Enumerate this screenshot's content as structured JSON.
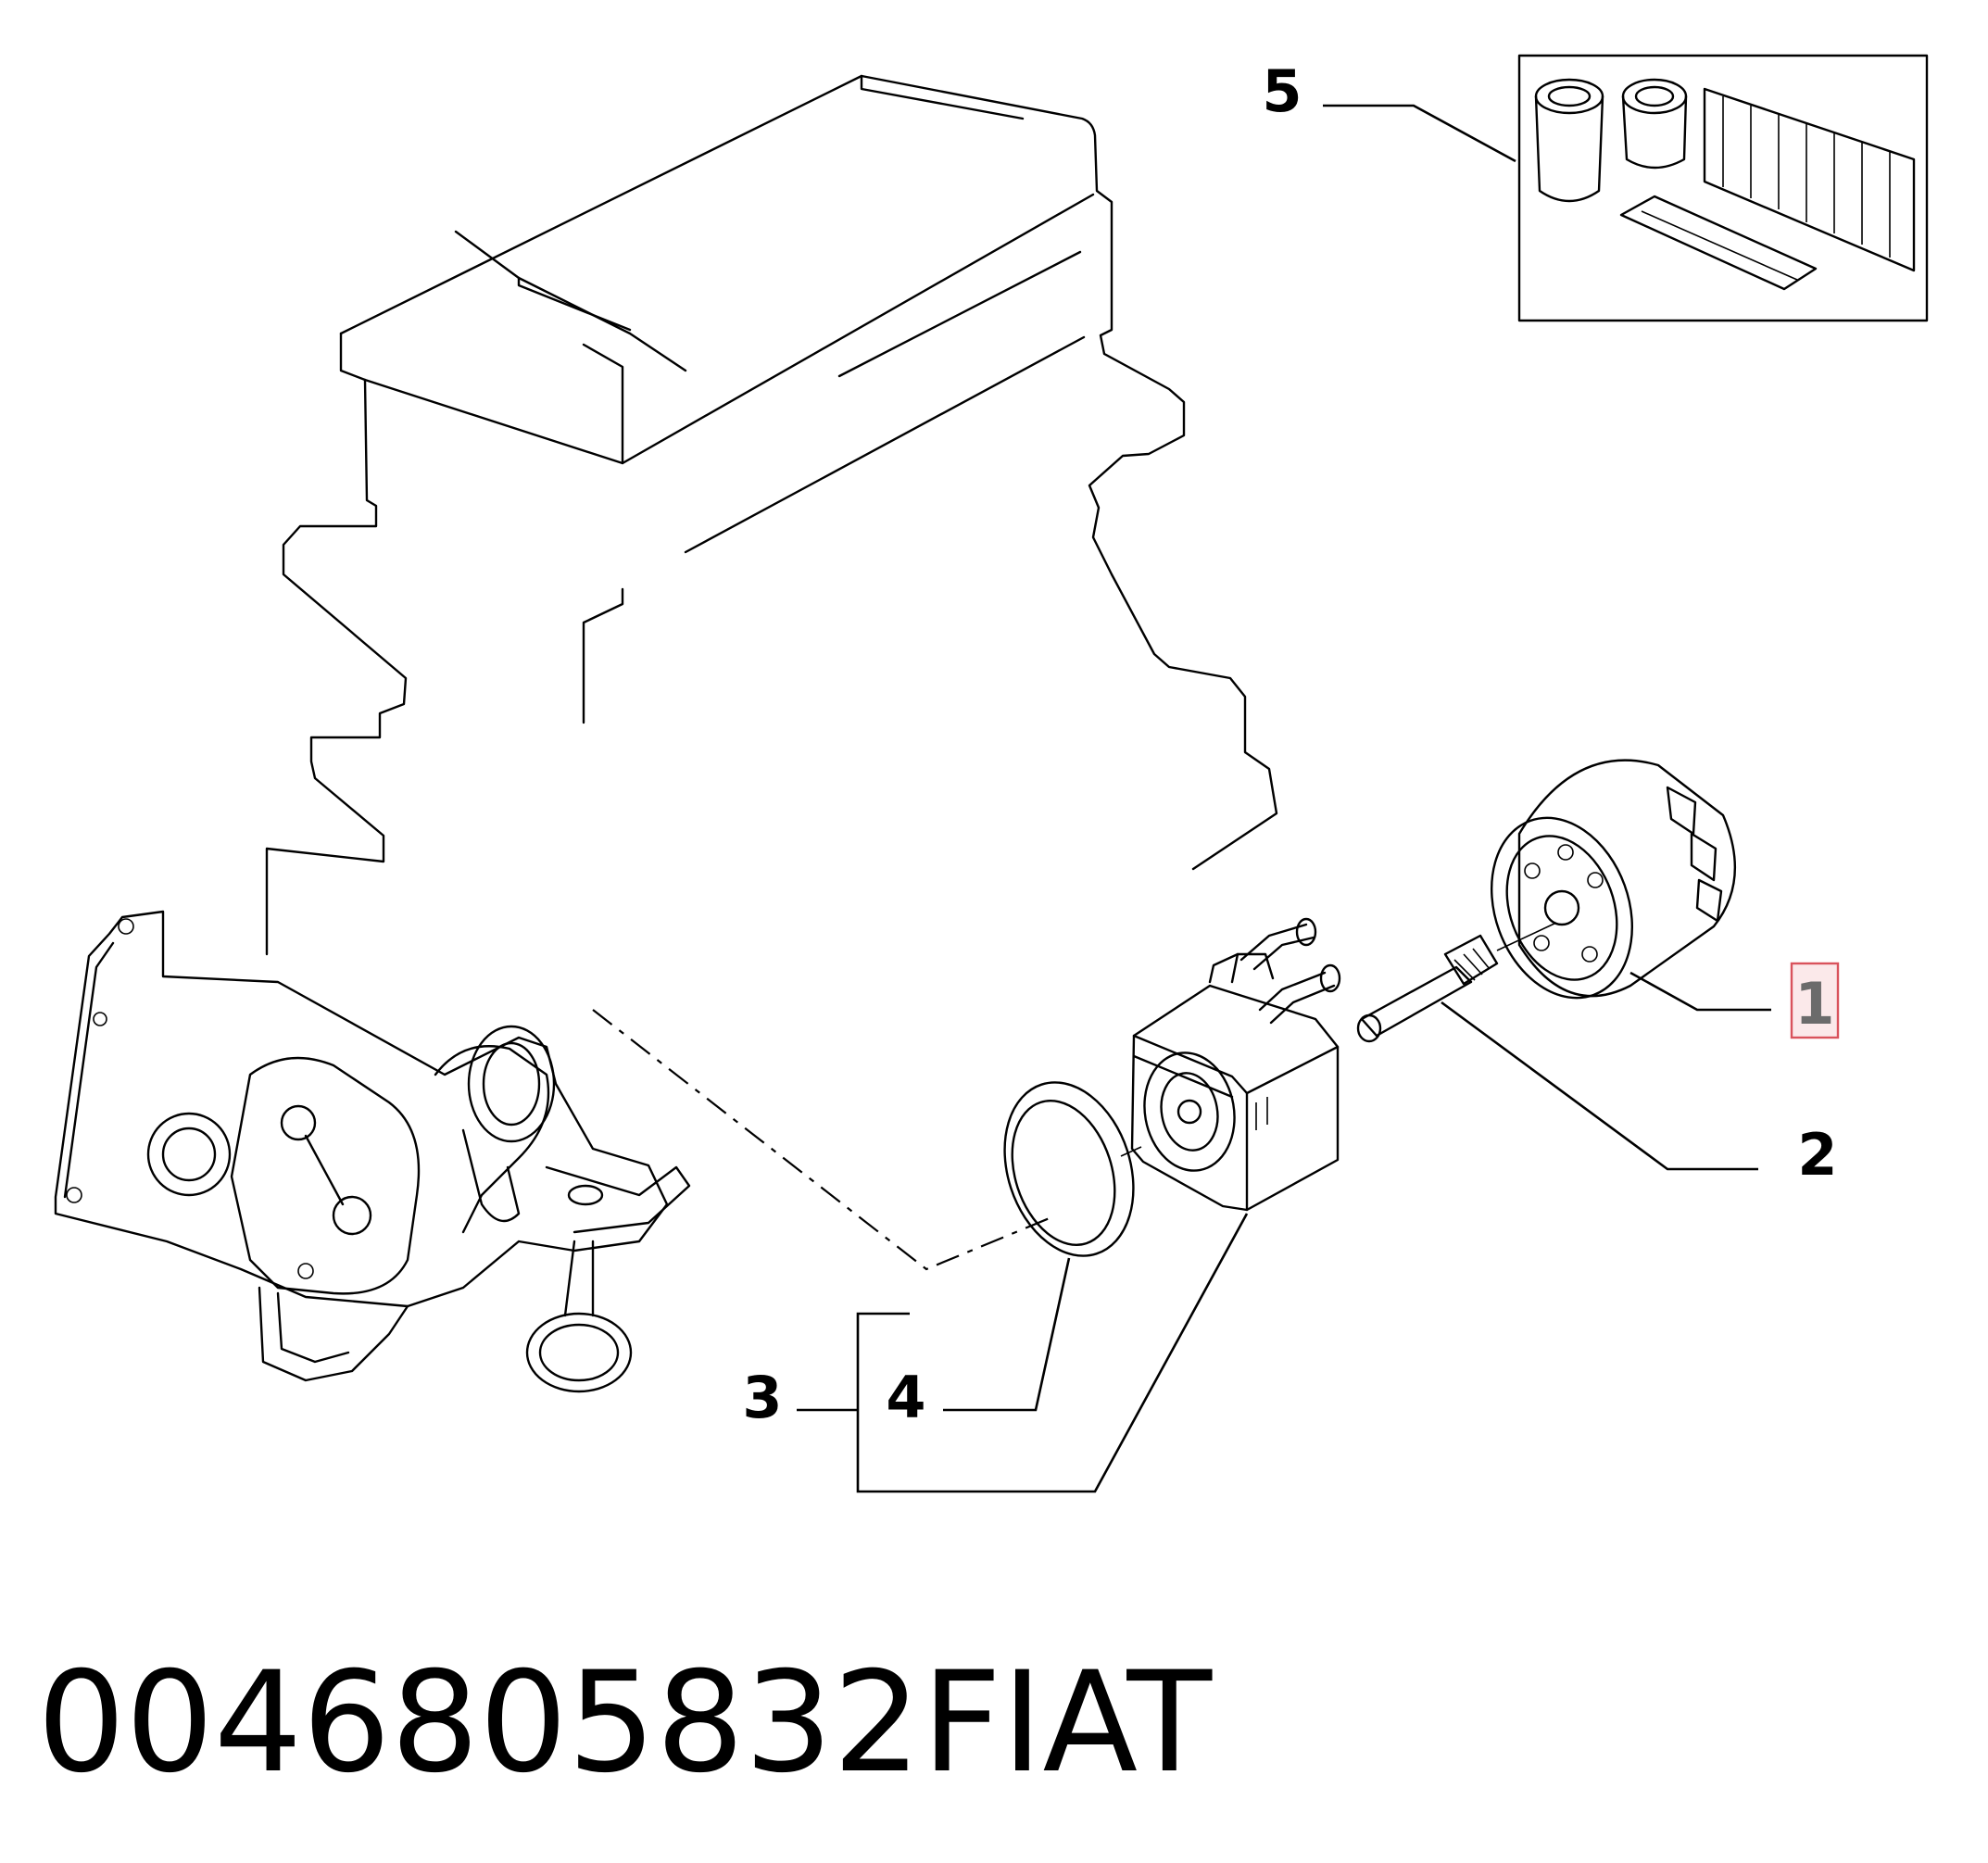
{
  "callouts": [
    {
      "id": "1",
      "label": "1",
      "highlighted": true
    },
    {
      "id": "2",
      "label": "2"
    },
    {
      "id": "3",
      "label": "3"
    },
    {
      "id": "4",
      "label": "4"
    },
    {
      "id": "5",
      "label": "5"
    }
  ],
  "caption": {
    "part_number": "0046805832",
    "brand": "FIAT"
  },
  "colors": {
    "line": "#000000",
    "highlight_border": "#d9535c",
    "highlight_fill": "#fbe9ea",
    "highlight_text": "#6b6b6b"
  }
}
